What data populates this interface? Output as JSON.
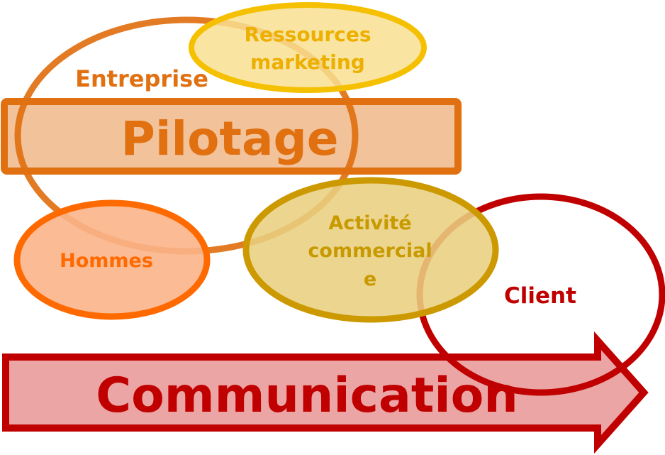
{
  "diagram": {
    "labels": {
      "entreprise": "Entreprise",
      "ressources_line1": "Ressources",
      "ressources_line2": "marketing",
      "pilotage": "Pilotage",
      "hommes": "Hommes",
      "activite_line1": "Activité",
      "activite_line2": "commercial",
      "activite_line3": "e",
      "client": "Client",
      "communication": "Communication"
    },
    "colors": {
      "orange_dark": "#E07010",
      "orange_fill": "#F2C29A",
      "orange_bright": "#FF6A00",
      "orange_bright_fill": "#FBB48A",
      "gold": "#F5C000",
      "gold_fill": "#F8DF90",
      "olive": "#CC9900",
      "olive_fill": "#E8CF80",
      "red": "#C00000",
      "red_fill": "#EBA5A5",
      "text_orange": "#E07010",
      "text_gold": "#EDB000",
      "text_olive": "#C89A00",
      "text_red": "#C00000"
    }
  }
}
